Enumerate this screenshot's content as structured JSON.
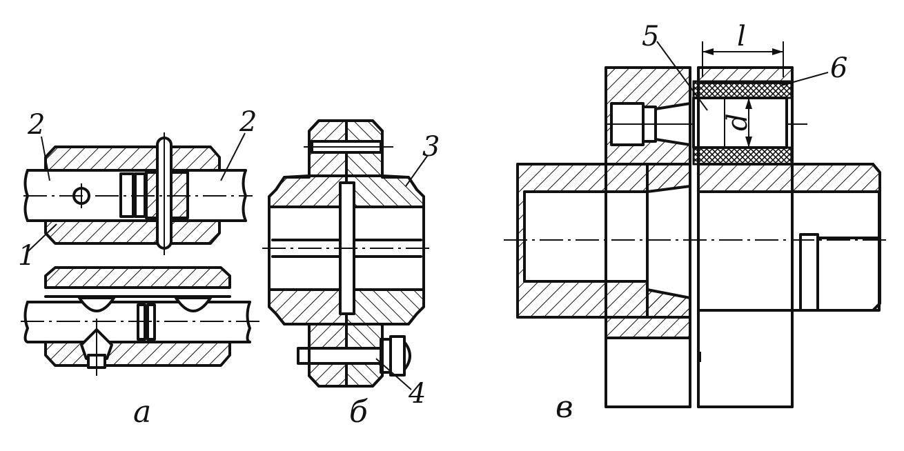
{
  "labels": {
    "part1": "1",
    "part2_left": "2",
    "part2_right": "2",
    "part3": "3",
    "part4": "4",
    "part5": "5",
    "part6": "6",
    "dim_l": "l",
    "dim_d": "d"
  },
  "captions": {
    "a": "а",
    "b": "б",
    "v": "в"
  }
}
